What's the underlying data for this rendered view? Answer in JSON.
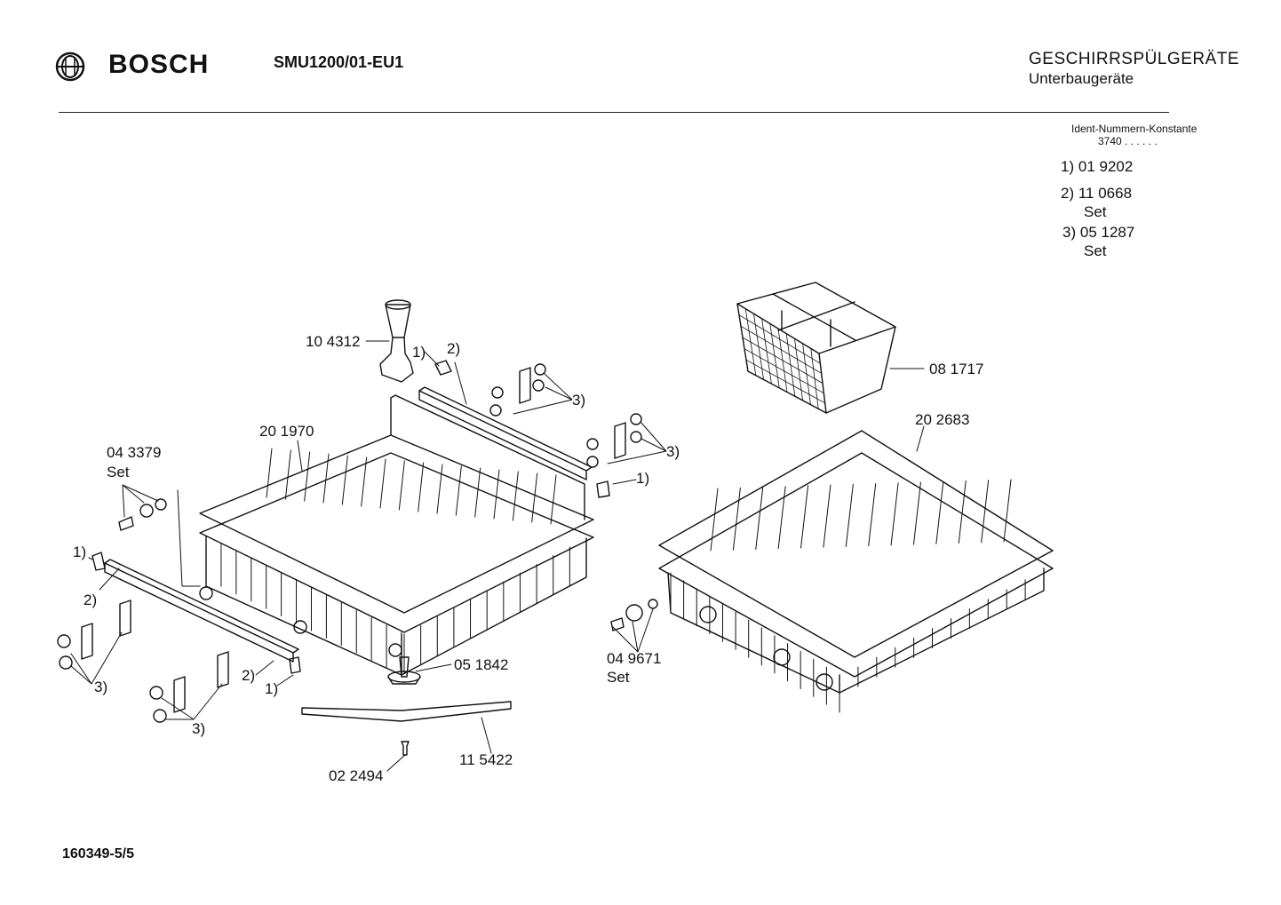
{
  "header": {
    "brand": "BOSCH",
    "logo_icon": "bosch-armature-icon",
    "model": "SMU1200/01-EU1",
    "category": "GESCHIRRSPÜLGERÄTE",
    "subcategory": "Unterbaugeräte"
  },
  "ident": {
    "title": "Ident-Nummern-Konstante",
    "constant": "3740  . .   . . . .",
    "items": [
      {
        "key": "1)",
        "number": "01 9202",
        "set": ""
      },
      {
        "key": "2)",
        "number": "11 0668",
        "set": "Set"
      },
      {
        "key": "3)",
        "number": "05 1287",
        "set": "Set"
      }
    ]
  },
  "labels": {
    "p104312": "10 4312",
    "p201970": "20 1970",
    "p043379": "04 3379",
    "p043379_set": "Set",
    "p081717": "08 1717",
    "p202683": "20 2683",
    "p051842": "05 1842",
    "p115422": "11 5422",
    "p022494": "02 2494",
    "p049671": "04 9671",
    "p049671_set": "Set",
    "k1": "1)",
    "k2": "2)",
    "k3": "3)"
  },
  "footer": {
    "doc_number": "160349-5/5"
  },
  "colors": {
    "ink": "#111111",
    "paper": "#ffffff"
  }
}
